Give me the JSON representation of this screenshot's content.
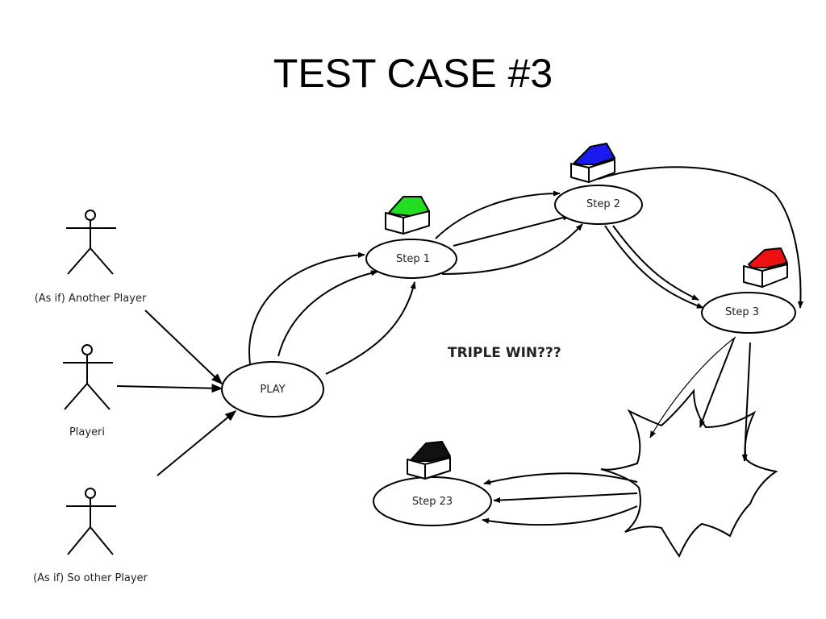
{
  "title": "TEST CASE #3",
  "callout": "TRIPLE WIN???",
  "actors": [
    {
      "id": "another",
      "label": "(As if) Another Player"
    },
    {
      "id": "player",
      "label": "Playeri"
    },
    {
      "id": "other",
      "label": "(As if) So other Player"
    }
  ],
  "nodes": {
    "play": "PLAY",
    "step1": "Step 1",
    "step2": "Step 2",
    "step3": "Step 3",
    "step23": "Step 23"
  },
  "house_colors": {
    "step1": "#22dd22",
    "step2": "#1a1aee",
    "step3": "#ee1111",
    "step23": "#111111"
  }
}
